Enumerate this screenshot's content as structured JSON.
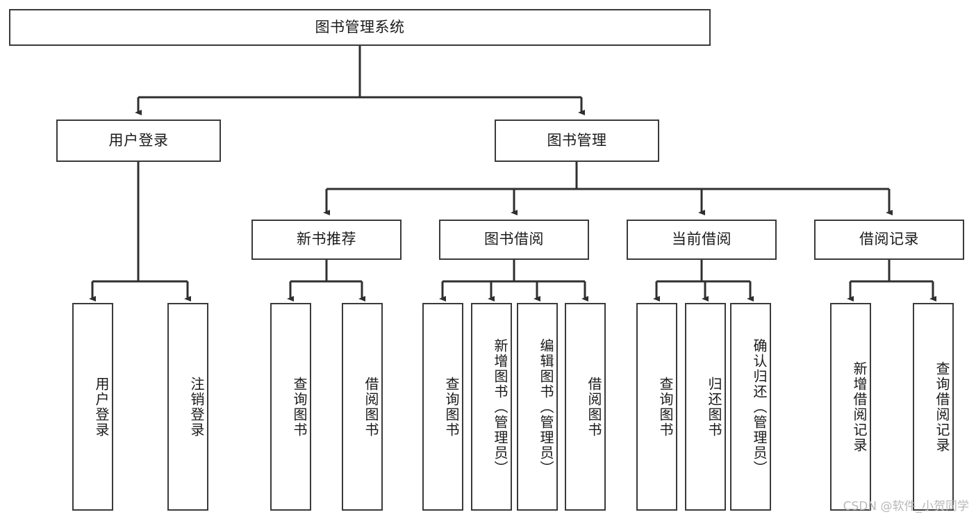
{
  "diagram": {
    "title": "图书管理系统",
    "type": "hierarchy-tree",
    "watermark": "CSDN @软件_小贺同学",
    "colors": {
      "box_border": "#3a3a3a",
      "box_fill": "#ffffff",
      "connector": "#2f2f2f",
      "text": "#1a1a1a",
      "watermark": "#b8b8b8"
    },
    "nodes": {
      "root": {
        "label": "图书管理系统"
      },
      "level1": [
        {
          "id": "user-login",
          "label": "用户登录"
        },
        {
          "id": "book-manage",
          "label": "图书管理"
        }
      ],
      "level2": [
        {
          "id": "new-book-recommend",
          "label": "新书推荐"
        },
        {
          "id": "book-borrow",
          "label": "图书借阅"
        },
        {
          "id": "current-borrow",
          "label": "当前借阅"
        },
        {
          "id": "borrow-record",
          "label": "借阅记录"
        }
      ],
      "leaves": {
        "user-login": [
          {
            "id": "leaf-user-login",
            "label": "用户登录"
          },
          {
            "id": "leaf-logout-login",
            "label": "注销登录"
          }
        ],
        "new-book-recommend": [
          {
            "id": "leaf-query-book-1",
            "label": "查询图书"
          },
          {
            "id": "leaf-borrow-book-1",
            "label": "借阅图书"
          }
        ],
        "book-borrow": [
          {
            "id": "leaf-query-book-2",
            "label": "查询图书"
          },
          {
            "id": "leaf-add-book",
            "label": "新增图书（管理员）"
          },
          {
            "id": "leaf-edit-book",
            "label": "编辑图书（管理员）"
          },
          {
            "id": "leaf-borrow-book-2",
            "label": "借阅图书"
          }
        ],
        "current-borrow": [
          {
            "id": "leaf-query-book-3",
            "label": "查询图书"
          },
          {
            "id": "leaf-return-book",
            "label": "归还图书"
          },
          {
            "id": "leaf-confirm-return",
            "label": "确认归还（管理员）"
          }
        ],
        "borrow-record": [
          {
            "id": "leaf-add-record",
            "label": "新增借阅记录"
          },
          {
            "id": "leaf-query-record",
            "label": "查询借阅记录"
          }
        ]
      }
    }
  }
}
